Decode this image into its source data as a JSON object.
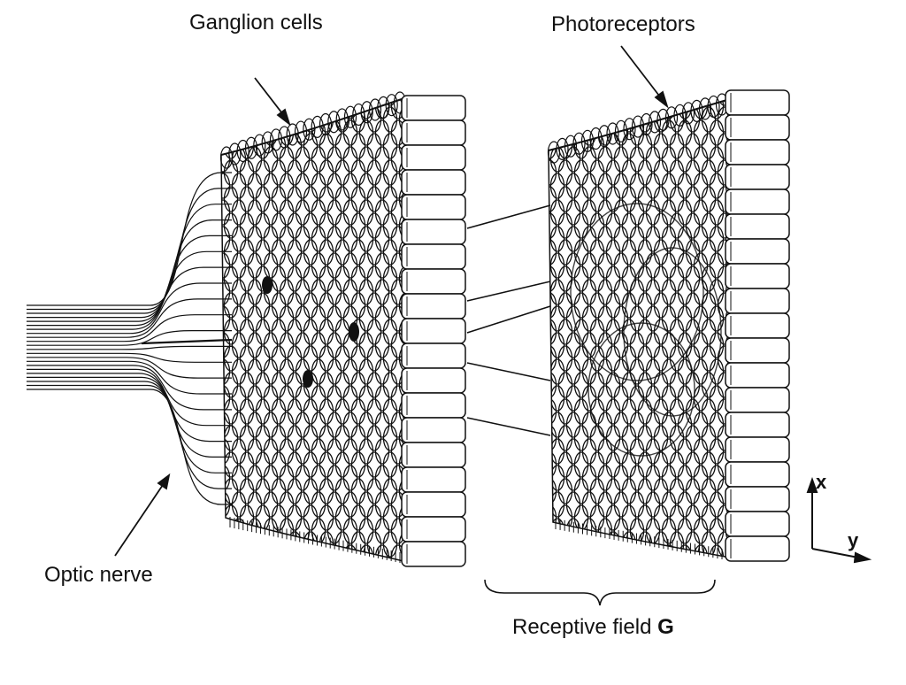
{
  "labels": {
    "ganglion": "Ganglion cells",
    "photoreceptors": "Photoreceptors",
    "optic_nerve": "Optic nerve",
    "receptive_field": "Receptive field",
    "receptive_field_symbol": "G"
  },
  "axes": {
    "x": "x",
    "y": "y"
  },
  "colors": {
    "ink": "#111111",
    "background": "#ffffff"
  }
}
